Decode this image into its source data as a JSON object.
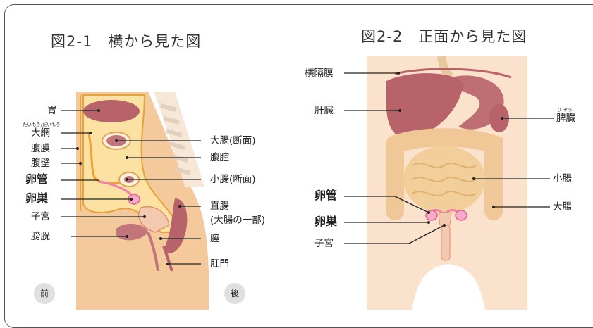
{
  "left": {
    "title": "図2-1　横から見た図",
    "labels": {
      "stomach": "胃",
      "omentum_ruby": "たいもう/だいもう",
      "omentum": "大網",
      "peritoneum": "腹膜",
      "abdominal_wall": "腹壁",
      "oviduct": "卵管",
      "ovary": "卵巣",
      "uterus": "子宮",
      "bladder": "膀胱",
      "large_intestine_section": "大腸(断面)",
      "abdominal_cavity": "腹腔",
      "small_intestine_section": "小腸(断面)",
      "rectum": "直腸",
      "rectum_note": "(大腸の一部)",
      "vagina": "腟",
      "anus": "肛門"
    },
    "front": "前",
    "back": "後"
  },
  "right": {
    "title": "図2-2　正面から見た図",
    "labels": {
      "diaphragm": "横隔膜",
      "liver": "肝臓",
      "spleen_ruby": "ひ ぞう",
      "spleen": "脾臓",
      "small_intestine": "小腸",
      "large_intestine": "大腸",
      "oviduct": "卵管",
      "ovary": "卵巣",
      "uterus": "子宮"
    }
  }
}
